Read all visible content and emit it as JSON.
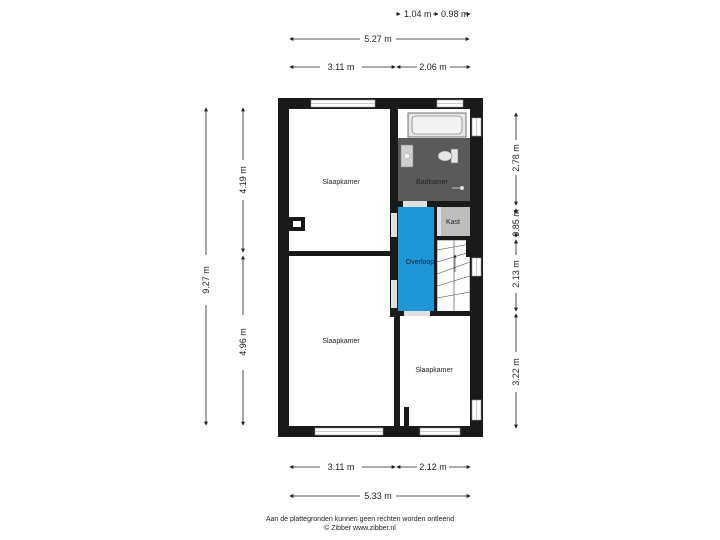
{
  "dimensions": {
    "top_small_1": "1.04 m",
    "top_small_2": "0.98 m",
    "top_total": "5.27 m",
    "top_left": "3.11 m",
    "top_right": "2.06 m",
    "left_total": "9.27 m",
    "left_upper": "4.19 m",
    "left_lower": "4.96 m",
    "right_1": "2.78 m",
    "right_2": "0.85 m",
    "right_3": "2.13 m",
    "right_4": "3.22 m",
    "bottom_left": "3.11 m",
    "bottom_right": "2.12 m",
    "bottom_total": "5.33 m"
  },
  "rooms": {
    "bedroom_top_left": "Slaapkamer",
    "bathroom": "Badkamer",
    "closet": "Kast",
    "landing": "Overloop",
    "bedroom_bottom_left": "Slaapkamer",
    "bedroom_bottom_right": "Slaapkamer"
  },
  "colors": {
    "wall": "#1a1a1a",
    "landing": "#1e96d8",
    "bathroom": "#5a5a5a",
    "closet": "#bdbdbd"
  },
  "footer": {
    "disclaimer": "Aan de plattegronden kunnen geen rechten worden ontleend",
    "credit": "© Zibber www.zibber.nl"
  }
}
